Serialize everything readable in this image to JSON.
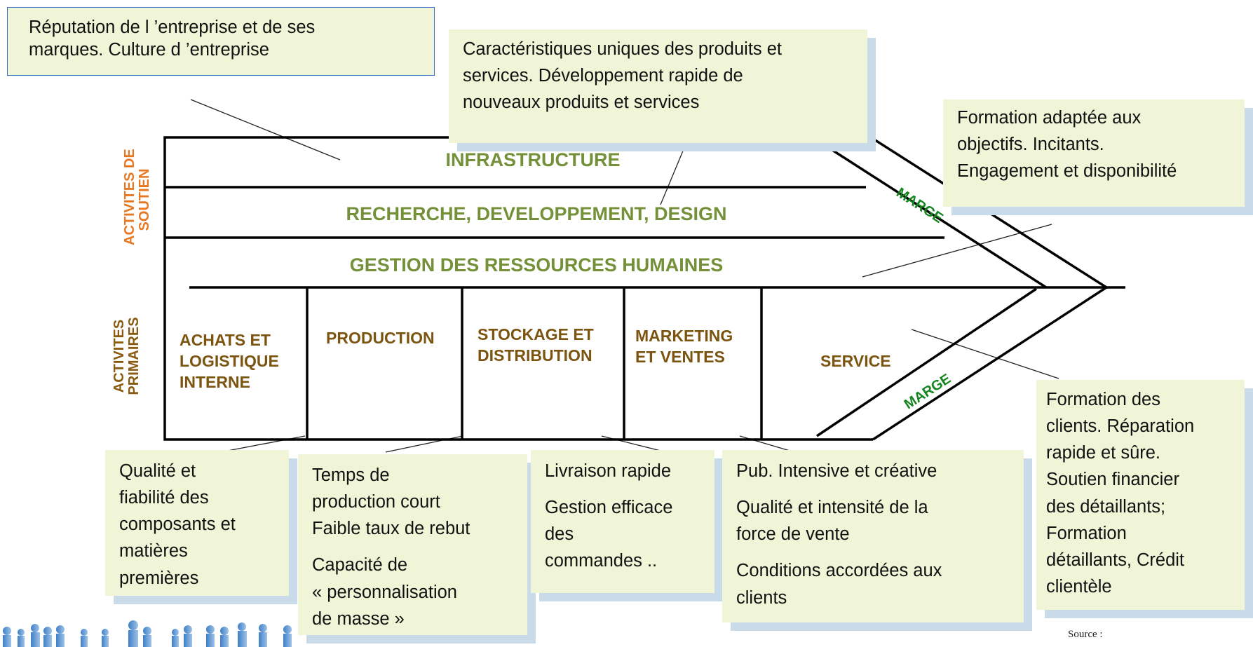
{
  "support_label": [
    "ACTIVITES DE",
    "SOUTIEN"
  ],
  "primary_label": [
    "ACTIVITES",
    "PRIMAIRES"
  ],
  "support_rows": [
    "INFRASTRUCTURE",
    "RECHERCHE, DEVELOPPEMENT, DESIGN",
    "GESTION DES RESSOURCES HUMAINES"
  ],
  "primary_cells": [
    [
      "ACHATS ET",
      "LOGISTIQUE",
      "INTERNE"
    ],
    [
      "PRODUCTION"
    ],
    [
      "STOCKAGE ET",
      "DISTRIBUTION"
    ],
    [
      "MARKETING",
      "ET VENTES"
    ],
    [
      "SERVICE"
    ]
  ],
  "margin_label": "MARGE",
  "notes": {
    "reputation": [
      "Réputation de l ’entreprise et de ses",
      "marques. Culture d ’entreprise"
    ],
    "caracteristiques": [
      "Caractéristiques uniques des produits et",
      "services. Développement rapide de",
      "nouveaux produits et services"
    ],
    "formation_objectifs": [
      "Formation adaptée aux",
      "objectifs. Incitants.",
      "Engagement et disponibilité"
    ],
    "qualite": [
      "Qualité et",
      "fiabilité des",
      "composants et",
      "matières",
      "premières"
    ],
    "temps": [
      "Temps de",
      "production court",
      "Faible taux de rebut"
    ],
    "capacite": [
      "Capacité de",
      "« personnalisation",
      "de masse »"
    ],
    "livraison": [
      "Livraison rapide"
    ],
    "gestion": [
      "Gestion efficace",
      "des",
      "commandes .."
    ],
    "pub": [
      "Pub. Intensive et créative"
    ],
    "force_vente": [
      "Qualité et intensité de la",
      "force de vente"
    ],
    "conditions": [
      "Conditions accordées aux",
      "clients"
    ],
    "formation_clients": [
      "Formation des",
      "clients. Réparation",
      "rapide et sûre.",
      "Soutien financier",
      "des détaillants;",
      "Formation",
      "détaillants, Crédit",
      "clientèle"
    ]
  },
  "source": "Source :"
}
